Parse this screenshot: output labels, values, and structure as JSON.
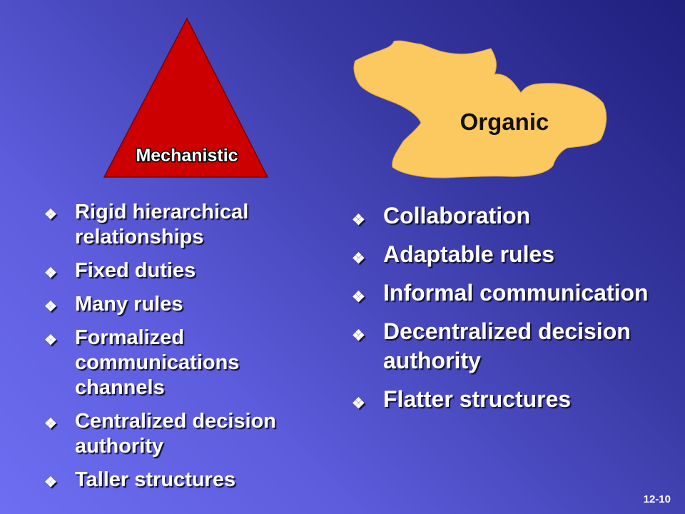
{
  "mechanistic": {
    "label": "Mechanistic",
    "items": [
      "Rigid hierarchical relationships",
      "Fixed duties",
      "Many rules",
      "Formalized communications channels",
      "Centralized decision authority",
      "Taller structures"
    ]
  },
  "organic": {
    "label": "Organic",
    "items": [
      "Collaboration",
      "Adaptable rules",
      "Informal communication",
      "Decentralized decision authority",
      "Flatter structures"
    ]
  },
  "bullet_glyph": "❖",
  "page_number": "12-10",
  "colors": {
    "triangle_fill": "#cc0000",
    "blob_fill": "#fcc860",
    "text": "#ffffff"
  }
}
